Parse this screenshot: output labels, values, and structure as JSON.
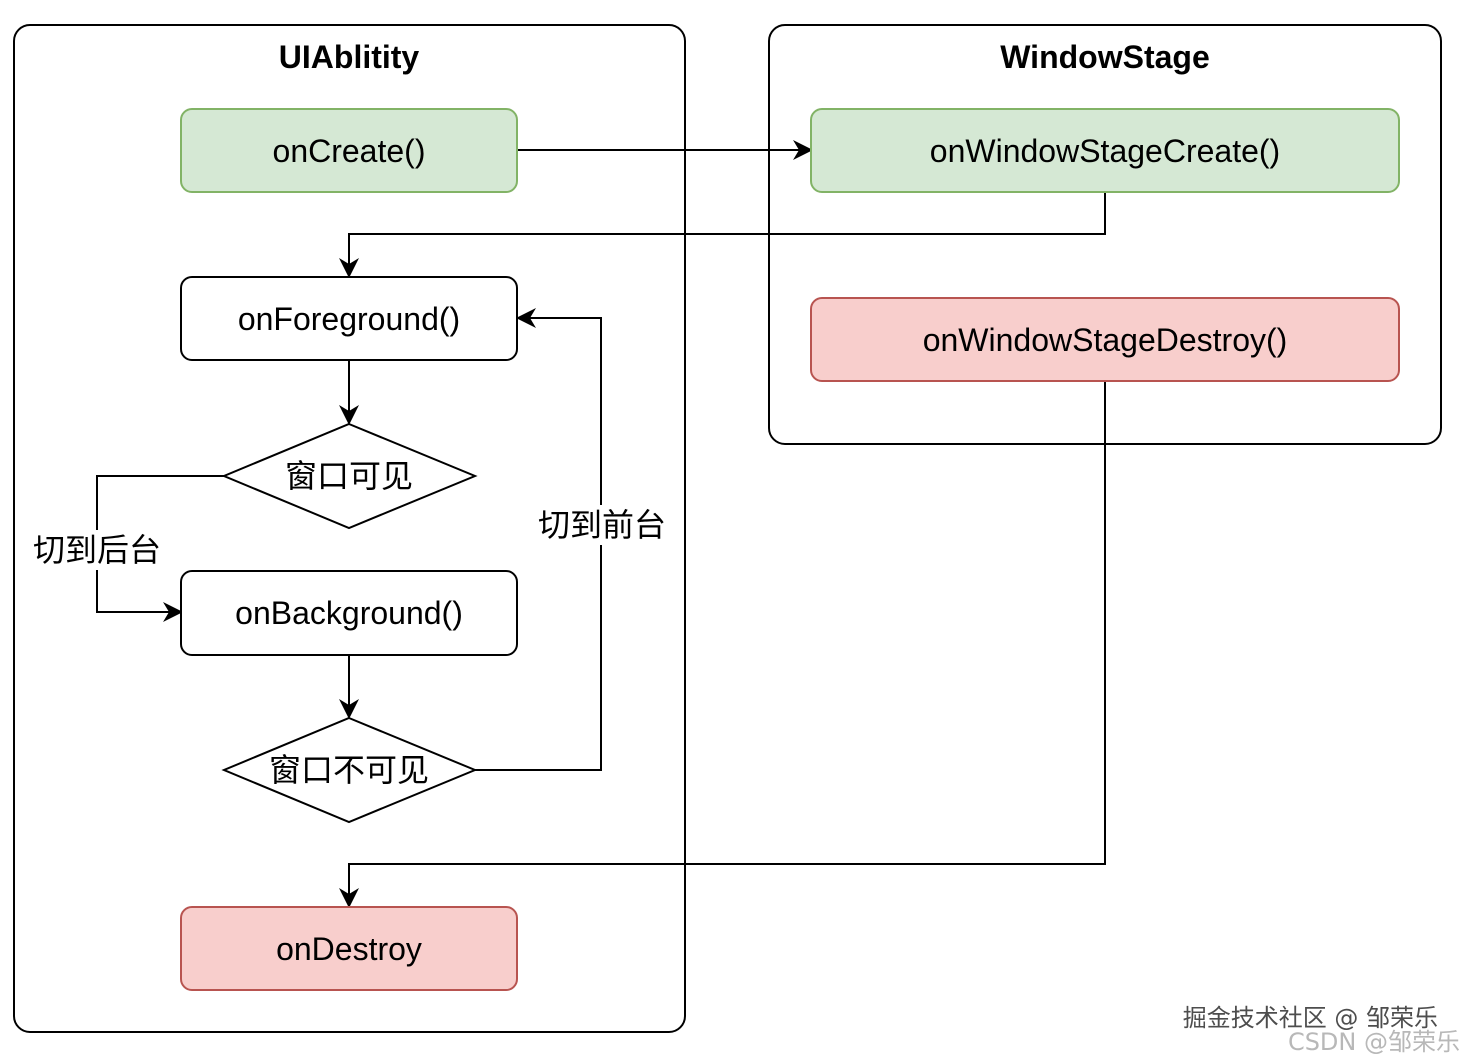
{
  "containers": {
    "uiability": {
      "title": "UIAblitity"
    },
    "windowstage": {
      "title": "WindowStage"
    }
  },
  "nodes": {
    "on_create": "onCreate()",
    "on_window_stage_create": "onWindowStageCreate()",
    "on_foreground": "onForeground()",
    "on_window_stage_destroy": "onWindowStageDestroy()",
    "window_visible": "窗口可见",
    "on_background": "onBackground()",
    "window_invisible": "窗口不可见",
    "on_destroy": "onDestroy"
  },
  "edge_labels": {
    "to_background": "切到后台",
    "to_foreground": "切到前台"
  },
  "colors": {
    "green_fill": "#d5e8d4",
    "green_stroke": "#82b366",
    "red_fill": "#f8cecc",
    "red_stroke": "#b85450"
  },
  "watermark": {
    "primary": "掘金技术社区 @ 邹荣乐",
    "secondary": "CSDN @邹荣乐"
  }
}
